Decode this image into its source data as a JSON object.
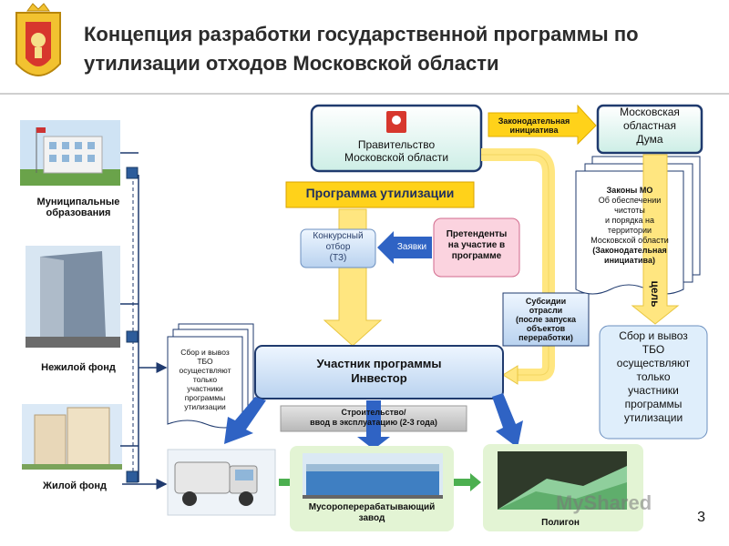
{
  "header": {
    "title_line1": "Концепция разработки государственной программы по",
    "title_line2": "утилизации отходов Московской области"
  },
  "left_column": {
    "municipal_line1": "Муниципальные",
    "municipal_line2": "образования",
    "nonresidential": "Нежилой фонд",
    "residential": "Жилой фонд"
  },
  "government": {
    "line1": "Правительство",
    "line2": "Московской области"
  },
  "legislative_initiative": {
    "line1": "Законодательная",
    "line2": "инициатива"
  },
  "duma": {
    "line1": "Московская",
    "line2": "областная",
    "line3": "Дума"
  },
  "program_label": "Программа утилизации",
  "tender": {
    "line1": "Конкурсный",
    "line2": "отбор",
    "line3": "(ТЗ)"
  },
  "applications_label": "Заявки",
  "applicants": {
    "line1": "Претенденты",
    "line2": "на участие в",
    "line3": "программе"
  },
  "laws_doc": {
    "line1": "Законы МО",
    "line2": "Об обеспечении",
    "line3": "чистоты",
    "line4": "и порядка на",
    "line5": "территории",
    "line6": "Московской области",
    "line7": "(Законодательная",
    "line8": "инициатива)"
  },
  "goal_label": "цель",
  "subsidies": {
    "line1": "Субсидии",
    "line2": "отрасли",
    "line3": "(после запуска",
    "line4": "объектов",
    "line5": "переработки)"
  },
  "collection_doc": {
    "line1": "Сбор и вывоз",
    "line2": "ТБО",
    "line3": "осуществляют",
    "line4": "только",
    "line5": "участники",
    "line6": "программы",
    "line7": "утилизации"
  },
  "collection_goal": {
    "line1": "Сбор и вывоз",
    "line2": "ТБО",
    "line3": "осуществляют",
    "line4": "только",
    "line5": "участники",
    "line6": "программы",
    "line7": "утилизации"
  },
  "participant": {
    "line1": "Участник программы",
    "line2": "Инвестор"
  },
  "construction": {
    "line1": "Строительство/",
    "line2": "ввод в эксплуатацию (2-3 года)"
  },
  "plant": {
    "line1": "Мусороперерабатывающий",
    "line2": "завод"
  },
  "landfill_label": "Полигон",
  "watermark": "MyShared",
  "page_number": "3",
  "colors": {
    "box_border": "#1f3a6e",
    "box_fill": "#d7f3ec",
    "program_fill": "#ffd21a",
    "applicants_fill": "#fbd3df",
    "arrow_yellow": "#ffe680",
    "arrow_blue": "#2f63c4",
    "green_panel": "#e3f4d4",
    "line": "#1f3a6e"
  }
}
